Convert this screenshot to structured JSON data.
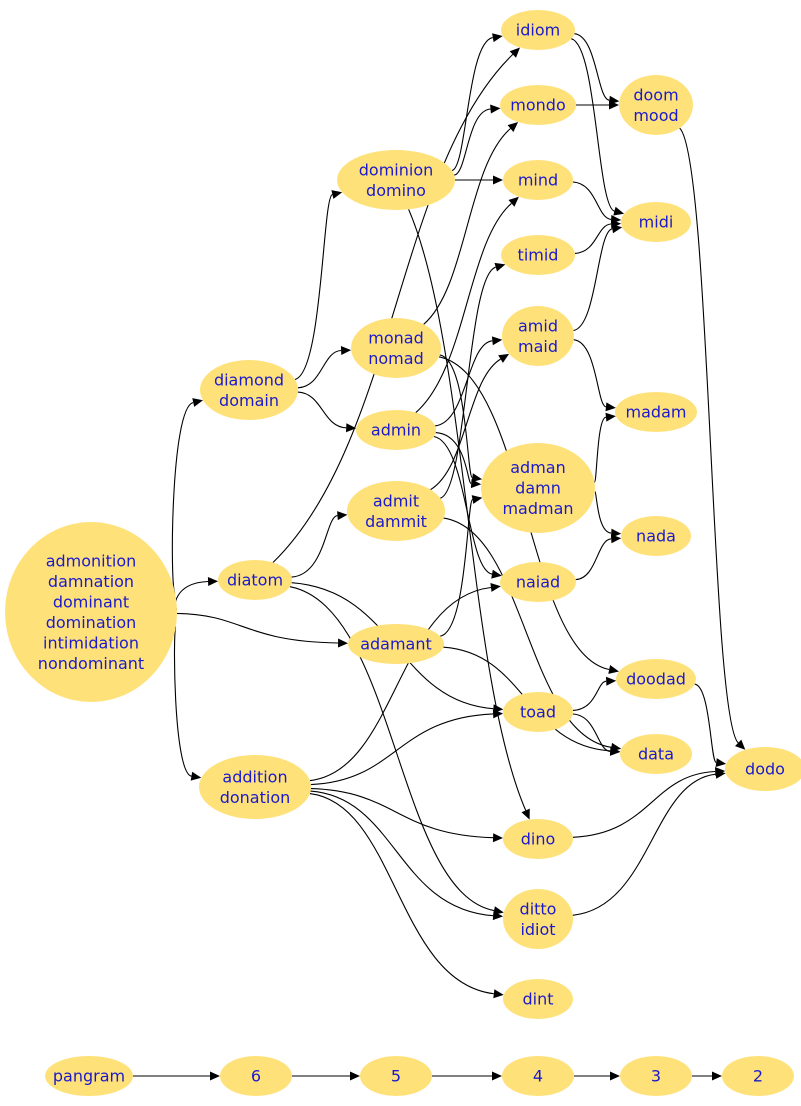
{
  "nodes": [
    {
      "id": "big",
      "lines": [
        "admonition",
        "damnation",
        "dominant",
        "domination",
        "intimidation",
        "nondominant"
      ]
    },
    {
      "id": "diamond",
      "lines": [
        "diamond",
        "domain"
      ]
    },
    {
      "id": "diatom",
      "lines": [
        "diatom"
      ]
    },
    {
      "id": "addition",
      "lines": [
        "addition",
        "donation"
      ]
    },
    {
      "id": "dominion",
      "lines": [
        "dominion",
        "domino"
      ]
    },
    {
      "id": "monad",
      "lines": [
        "monad",
        "nomad"
      ]
    },
    {
      "id": "admin",
      "lines": [
        "admin"
      ]
    },
    {
      "id": "admit",
      "lines": [
        "admit",
        "dammit"
      ]
    },
    {
      "id": "adamant",
      "lines": [
        "adamant"
      ]
    },
    {
      "id": "idiom",
      "lines": [
        "idiom"
      ]
    },
    {
      "id": "mondo",
      "lines": [
        "mondo"
      ]
    },
    {
      "id": "mind",
      "lines": [
        "mind"
      ]
    },
    {
      "id": "timid",
      "lines": [
        "timid"
      ]
    },
    {
      "id": "amid",
      "lines": [
        "amid",
        "maid"
      ]
    },
    {
      "id": "adman",
      "lines": [
        "adman",
        "damn",
        "madman"
      ]
    },
    {
      "id": "naiad",
      "lines": [
        "naiad"
      ]
    },
    {
      "id": "toad",
      "lines": [
        "toad"
      ]
    },
    {
      "id": "dino",
      "lines": [
        "dino"
      ]
    },
    {
      "id": "ditto",
      "lines": [
        "ditto",
        "idiot"
      ]
    },
    {
      "id": "dint",
      "lines": [
        "dint"
      ]
    },
    {
      "id": "doom",
      "lines": [
        "doom",
        "mood"
      ]
    },
    {
      "id": "midi",
      "lines": [
        "midi"
      ]
    },
    {
      "id": "madam",
      "lines": [
        "madam"
      ]
    },
    {
      "id": "nada",
      "lines": [
        "nada"
      ]
    },
    {
      "id": "doodad",
      "lines": [
        "doodad"
      ]
    },
    {
      "id": "data",
      "lines": [
        "data"
      ]
    },
    {
      "id": "dodo",
      "lines": [
        "dodo"
      ]
    },
    {
      "id": "pangram",
      "lines": [
        "pangram"
      ]
    },
    {
      "id": "n6",
      "lines": [
        "6"
      ]
    },
    {
      "id": "n5",
      "lines": [
        "5"
      ]
    },
    {
      "id": "n4",
      "lines": [
        "4"
      ]
    },
    {
      "id": "n3",
      "lines": [
        "3"
      ]
    },
    {
      "id": "n2",
      "lines": [
        "2"
      ]
    }
  ],
  "edges": [
    [
      "big",
      "diamond"
    ],
    [
      "big",
      "diatom"
    ],
    [
      "big",
      "adamant"
    ],
    [
      "big",
      "addition"
    ],
    [
      "diamond",
      "dominion"
    ],
    [
      "diamond",
      "monad"
    ],
    [
      "diamond",
      "admin"
    ],
    [
      "diatom",
      "idiom"
    ],
    [
      "diatom",
      "admit"
    ],
    [
      "diatom",
      "toad"
    ],
    [
      "diatom",
      "ditto"
    ],
    [
      "addition",
      "naiad"
    ],
    [
      "addition",
      "toad"
    ],
    [
      "addition",
      "dino"
    ],
    [
      "addition",
      "ditto"
    ],
    [
      "addition",
      "dint"
    ],
    [
      "dominion",
      "idiom"
    ],
    [
      "dominion",
      "mondo"
    ],
    [
      "dominion",
      "mind"
    ],
    [
      "dominion",
      "dino"
    ],
    [
      "monad",
      "mondo"
    ],
    [
      "monad",
      "adman"
    ],
    [
      "monad",
      "doodad"
    ],
    [
      "admin",
      "amid"
    ],
    [
      "admin",
      "adman"
    ],
    [
      "admin",
      "mind"
    ],
    [
      "admin",
      "naiad"
    ],
    [
      "admit",
      "timid"
    ],
    [
      "admit",
      "amid"
    ],
    [
      "admit",
      "data"
    ],
    [
      "adamant",
      "adman"
    ],
    [
      "adamant",
      "data"
    ],
    [
      "idiom",
      "doom"
    ],
    [
      "idiom",
      "midi"
    ],
    [
      "mondo",
      "doom"
    ],
    [
      "mind",
      "midi"
    ],
    [
      "timid",
      "midi"
    ],
    [
      "amid",
      "midi"
    ],
    [
      "amid",
      "madam"
    ],
    [
      "adman",
      "madam"
    ],
    [
      "adman",
      "nada"
    ],
    [
      "naiad",
      "nada"
    ],
    [
      "toad",
      "doodad"
    ],
    [
      "toad",
      "data"
    ],
    [
      "dino",
      "dodo"
    ],
    [
      "ditto",
      "dodo"
    ],
    [
      "doom",
      "dodo"
    ],
    [
      "doodad",
      "dodo"
    ],
    [
      "pangram",
      "n6"
    ],
    [
      "n6",
      "n5"
    ],
    [
      "n5",
      "n4"
    ],
    [
      "n4",
      "n3"
    ],
    [
      "n3",
      "n2"
    ]
  ],
  "colors": {
    "node_fill": "#ffe17a",
    "label": "#1a1acc",
    "edge": "#000000",
    "background": "#ffffff"
  }
}
